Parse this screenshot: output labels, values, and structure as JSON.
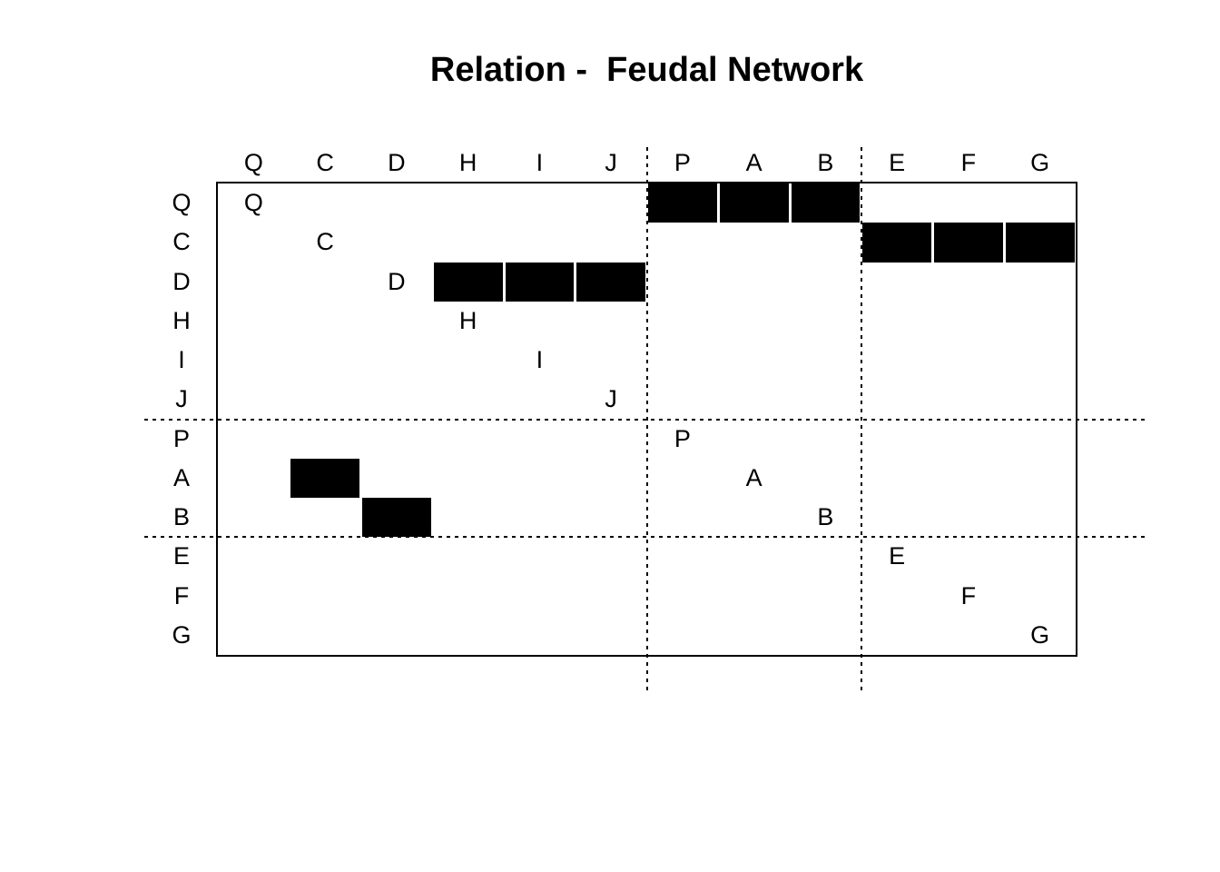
{
  "title": "Relation -  Feudal Network",
  "colors": {
    "foreground": "#000000",
    "background": "#ffffff",
    "tie_fill": "#000000",
    "cell_gap": "#ffffff"
  },
  "chart_data": {
    "type": "heatmap",
    "title": "Relation -  Feudal Network",
    "labels": [
      "Q",
      "C",
      "D",
      "H",
      "I",
      "J",
      "P",
      "A",
      "B",
      "E",
      "F",
      "G"
    ],
    "row_labels": [
      "Q",
      "C",
      "D",
      "H",
      "I",
      "J",
      "P",
      "A",
      "B",
      "E",
      "F",
      "G"
    ],
    "col_labels": [
      "Q",
      "C",
      "D",
      "H",
      "I",
      "J",
      "P",
      "A",
      "B",
      "E",
      "F",
      "G"
    ],
    "matrix": [
      [
        0,
        0,
        0,
        0,
        0,
        0,
        1,
        1,
        1,
        0,
        0,
        0
      ],
      [
        0,
        0,
        0,
        0,
        0,
        0,
        0,
        0,
        0,
        1,
        1,
        1
      ],
      [
        0,
        0,
        0,
        1,
        1,
        1,
        0,
        0,
        0,
        0,
        0,
        0
      ],
      [
        0,
        0,
        0,
        0,
        0,
        0,
        0,
        0,
        0,
        0,
        0,
        0
      ],
      [
        0,
        0,
        0,
        0,
        0,
        0,
        0,
        0,
        0,
        0,
        0,
        0
      ],
      [
        0,
        0,
        0,
        0,
        0,
        0,
        0,
        0,
        0,
        0,
        0,
        0
      ],
      [
        0,
        0,
        0,
        0,
        0,
        0,
        0,
        0,
        0,
        0,
        0,
        0
      ],
      [
        0,
        1,
        0,
        0,
        0,
        0,
        0,
        0,
        0,
        0,
        0,
        0
      ],
      [
        0,
        0,
        1,
        0,
        0,
        0,
        0,
        0,
        0,
        0,
        0,
        0
      ],
      [
        0,
        0,
        0,
        0,
        0,
        0,
        0,
        0,
        0,
        0,
        0,
        0
      ],
      [
        0,
        0,
        0,
        0,
        0,
        0,
        0,
        0,
        0,
        0,
        0,
        0
      ],
      [
        0,
        0,
        0,
        0,
        0,
        0,
        0,
        0,
        0,
        0,
        0,
        0
      ]
    ],
    "ties": [
      [
        "Q",
        "P"
      ],
      [
        "Q",
        "A"
      ],
      [
        "Q",
        "B"
      ],
      [
        "C",
        "E"
      ],
      [
        "C",
        "F"
      ],
      [
        "C",
        "G"
      ],
      [
        "D",
        "H"
      ],
      [
        "D",
        "I"
      ],
      [
        "D",
        "J"
      ],
      [
        "A",
        "C"
      ],
      [
        "B",
        "D"
      ]
    ],
    "diagonal_shows_label": true,
    "cluster_partitions": [
      [
        "Q",
        "C",
        "D",
        "H",
        "I",
        "J"
      ],
      [
        "P",
        "A",
        "B"
      ],
      [
        "E",
        "F",
        "G"
      ]
    ],
    "partition_boundaries_after_index": [
      6,
      9
    ],
    "legend": "none",
    "grid": "off"
  }
}
